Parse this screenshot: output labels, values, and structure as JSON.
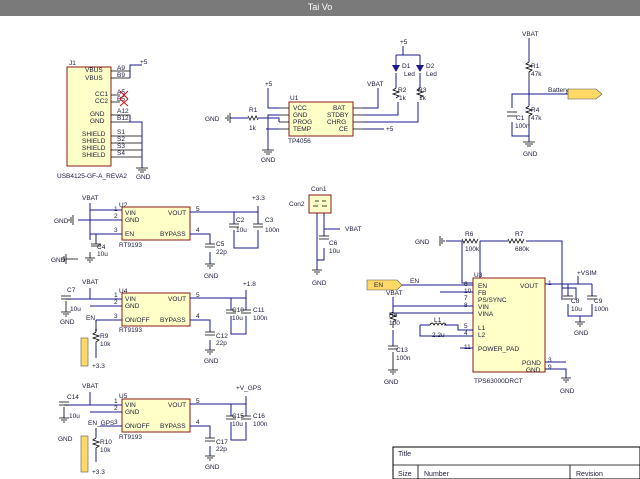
{
  "window": {
    "title": "Tai Vo"
  },
  "j1": {
    "ref": "J1",
    "part": "USB4125-GF-A_REVA2",
    "pins": [
      "VBUS",
      "VBUS",
      "CC1",
      "CC2",
      "GND",
      "GND",
      "SHIELD",
      "SHIELD",
      "SHIELD",
      "SHIELD"
    ],
    "pin_nums": [
      "A9",
      "B9",
      "A5",
      "B5",
      "A12",
      "B12",
      "S1",
      "S2",
      "S3",
      "S4"
    ],
    "power": "+5",
    "gnd": "GND"
  },
  "charger": {
    "ref": "U1",
    "part": "TP4056",
    "left_pins": [
      "VCC",
      "GND",
      "PROG",
      "TEMP"
    ],
    "right_pins": [
      "BAT",
      "STDBY",
      "CHRG",
      "CE"
    ],
    "r1": {
      "ref": "R1",
      "value": "1k"
    },
    "r2": {
      "ref": "R2",
      "value": "1k"
    },
    "r3": {
      "ref": "R3",
      "value": "1k"
    },
    "d1": {
      "ref": "D1",
      "value": "Led"
    },
    "d2": {
      "ref": "D2",
      "value": "Led"
    },
    "p5a": "+5",
    "p5b": "+5",
    "p5c": "+5",
    "vbat": "VBAT",
    "gnd": "GND",
    "gnd2": "GND"
  },
  "battery_divider": {
    "vbat": "VBAT",
    "r1": {
      "ref": "R1",
      "value": "47k"
    },
    "r4": {
      "ref": "R4",
      "value": "47k"
    },
    "c1": {
      "ref": "C1",
      "value": "100n"
    },
    "net": "Battery",
    "gnd": "GND"
  },
  "reg1": {
    "ref": "U2",
    "part": "RT9193",
    "left_pins": [
      "VIN",
      "GND",
      "EN"
    ],
    "right_pins": [
      "VOUT",
      "BYPASS"
    ],
    "vin": "VBAT",
    "vout": "+3.3",
    "c4": {
      "ref": "C4",
      "value": "10u"
    },
    "c2": {
      "ref": "C2",
      "value": "10u"
    },
    "c3": {
      "ref": "C3",
      "value": "100n"
    },
    "c5": {
      "ref": "C5",
      "value": "22p"
    },
    "gnd": "GND",
    "gnd2": "GND",
    "gnd3": "GND",
    "pin1": "1",
    "pin2": "2",
    "pin3": "3",
    "pin4": "4",
    "pin5": "5"
  },
  "reg2": {
    "ref": "U4",
    "part": "RT9193",
    "left_pins": [
      "VIN",
      "GND",
      "ON/OFF"
    ],
    "right_pins": [
      "VOUT",
      "BYPASS"
    ],
    "vin": "VBAT",
    "vout": "+1.8",
    "en": "EN",
    "c7": {
      "ref": "C7",
      "value": "10u"
    },
    "c10": {
      "ref": "C10",
      "value": "10u"
    },
    "c11": {
      "ref": "C11",
      "value": "100n"
    },
    "c12": {
      "ref": "C12",
      "value": "22p"
    },
    "r9": {
      "ref": "R9",
      "value": "10k"
    },
    "pullup": "+3.3",
    "gnd": "GND",
    "gnd2": "GND",
    "gnd3": "GND",
    "pin1": "1",
    "pin2": "2",
    "pin3": "3",
    "pin4": "4",
    "pin5": "5"
  },
  "reg3": {
    "ref": "U5",
    "part": "RT9193",
    "left_pins": [
      "VIN",
      "GND",
      "ON/OFF"
    ],
    "right_pins": [
      "VOUT",
      "BYPASS"
    ],
    "vin": "VBAT",
    "vout": "+V_GPS",
    "en": "EN_GPS",
    "c14": {
      "ref": "C14",
      "value": "10u"
    },
    "c15": {
      "ref": "C15",
      "value": "10u"
    },
    "c16": {
      "ref": "C16",
      "value": "100n"
    },
    "c17": {
      "ref": "C17",
      "value": "22p"
    },
    "r10": {
      "ref": "R10",
      "value": "10k"
    },
    "pullup": "+3.3",
    "gnd": "GND",
    "gnd2": "GND",
    "gnd3": "GND",
    "pin1": "1",
    "pin2": "2",
    "pin3": "3",
    "pin4": "4",
    "pin5": "5"
  },
  "connector": {
    "con1": "Con1",
    "con2": "Con2",
    "vbat": "VBAT",
    "c6": {
      "ref": "C6",
      "value": "10u"
    },
    "gnd": "GND"
  },
  "boost": {
    "ref": "U3",
    "part": "TPS63000DRCT",
    "left_pins": [
      "EN",
      "FB",
      "PS/SYNC",
      "VIN",
      "VINA",
      "L1",
      "L2",
      "POWER_PAD"
    ],
    "right_pins": [
      "VOUT",
      "PGND",
      "GND"
    ],
    "right_nums": [
      "1",
      "3",
      "9"
    ],
    "left_nums": [
      "6",
      "10",
      "7",
      "8",
      "5",
      "4",
      "11"
    ],
    "r6": {
      "ref": "R6",
      "value": "100k"
    },
    "r7": {
      "ref": "R7",
      "value": "680k"
    },
    "r8": {
      "ref": "R8",
      "value": "100"
    },
    "l1": {
      "ref": "L1",
      "value": "2.2u"
    },
    "c13": {
      "ref": "C13",
      "value": "100n"
    },
    "c8": {
      "ref": "C8",
      "value": "10u"
    },
    "c9": {
      "ref": "C9",
      "value": "100n"
    },
    "out": "+VSIM",
    "en": "EN",
    "vbat": "VBAT",
    "gnd": "GND",
    "gnd2": "GND",
    "gnd3": "GND",
    "gnd4": "GND"
  },
  "title_block": {
    "title": "Title",
    "size": "Size",
    "number": "Number",
    "revision": "Revision"
  }
}
